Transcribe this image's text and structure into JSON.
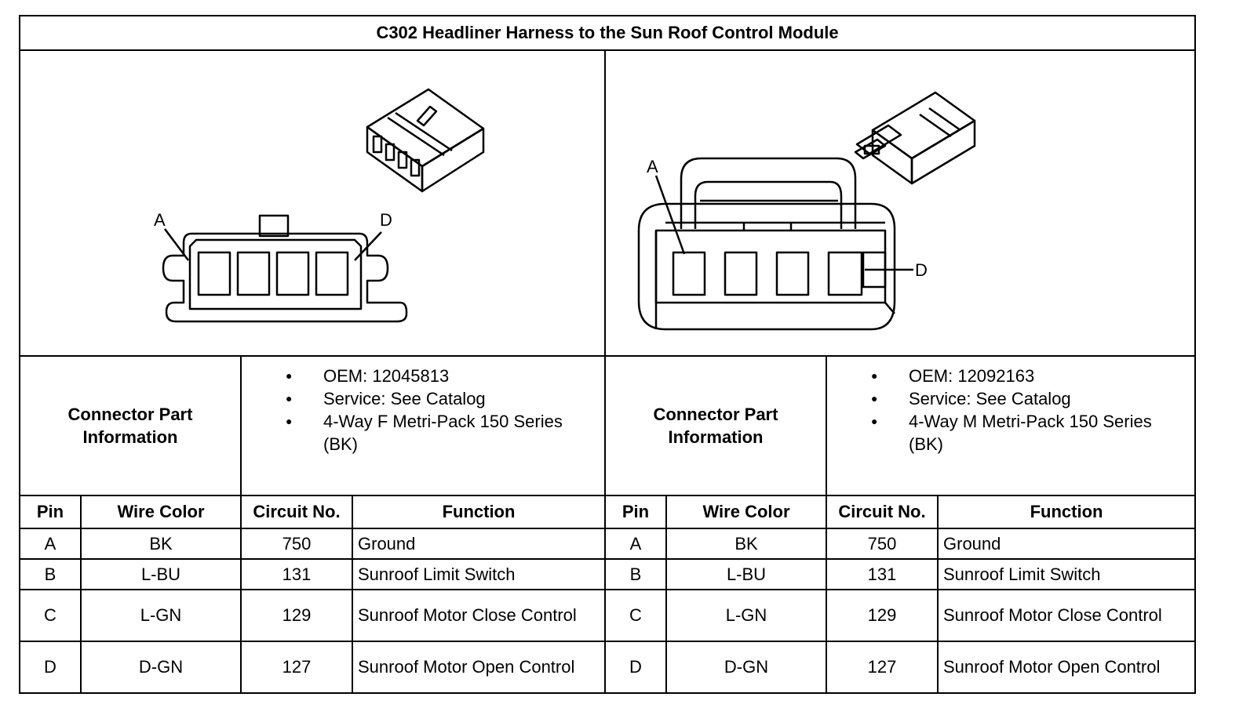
{
  "title": "C302 Headliner Harness to the Sun Roof Control Module",
  "left": {
    "pin_label_first": "A",
    "pin_label_last": "D",
    "connector_label": "Connector Part Information",
    "info": [
      "OEM: 12045813",
      "Service: See Catalog",
      "4-Way F Metri-Pack 150 Series (BK)"
    ],
    "headers": {
      "pin": "Pin",
      "wire": "Wire Color",
      "circuit": "Circuit No.",
      "function": "Function"
    },
    "rows": [
      {
        "pin": "A",
        "wire": "BK",
        "circuit": "750",
        "function": "Ground"
      },
      {
        "pin": "B",
        "wire": "L-BU",
        "circuit": "131",
        "function": "Sunroof Limit Switch"
      },
      {
        "pin": "C",
        "wire": "L-GN",
        "circuit": "129",
        "function": "Sunroof Motor Close Control"
      },
      {
        "pin": "D",
        "wire": "D-GN",
        "circuit": "127",
        "function": "Sunroof Motor Open Control"
      }
    ]
  },
  "right": {
    "pin_label_first": "A",
    "pin_label_last": "D",
    "connector_label": "Connector Part Information",
    "info": [
      "OEM: 12092163",
      "Service: See Catalog",
      "4-Way M Metri-Pack 150 Series (BK)"
    ],
    "headers": {
      "pin": "Pin",
      "wire": "Wire Color",
      "circuit": "Circuit No.",
      "function": "Function"
    },
    "rows": [
      {
        "pin": "A",
        "wire": "BK",
        "circuit": "750",
        "function": "Ground"
      },
      {
        "pin": "B",
        "wire": "L-BU",
        "circuit": "131",
        "function": "Sunroof Limit Switch"
      },
      {
        "pin": "C",
        "wire": "L-GN",
        "circuit": "129",
        "function": "Sunroof Motor Close Control"
      },
      {
        "pin": "D",
        "wire": "D-GN",
        "circuit": "127",
        "function": "Sunroof Motor Open Control"
      }
    ]
  }
}
